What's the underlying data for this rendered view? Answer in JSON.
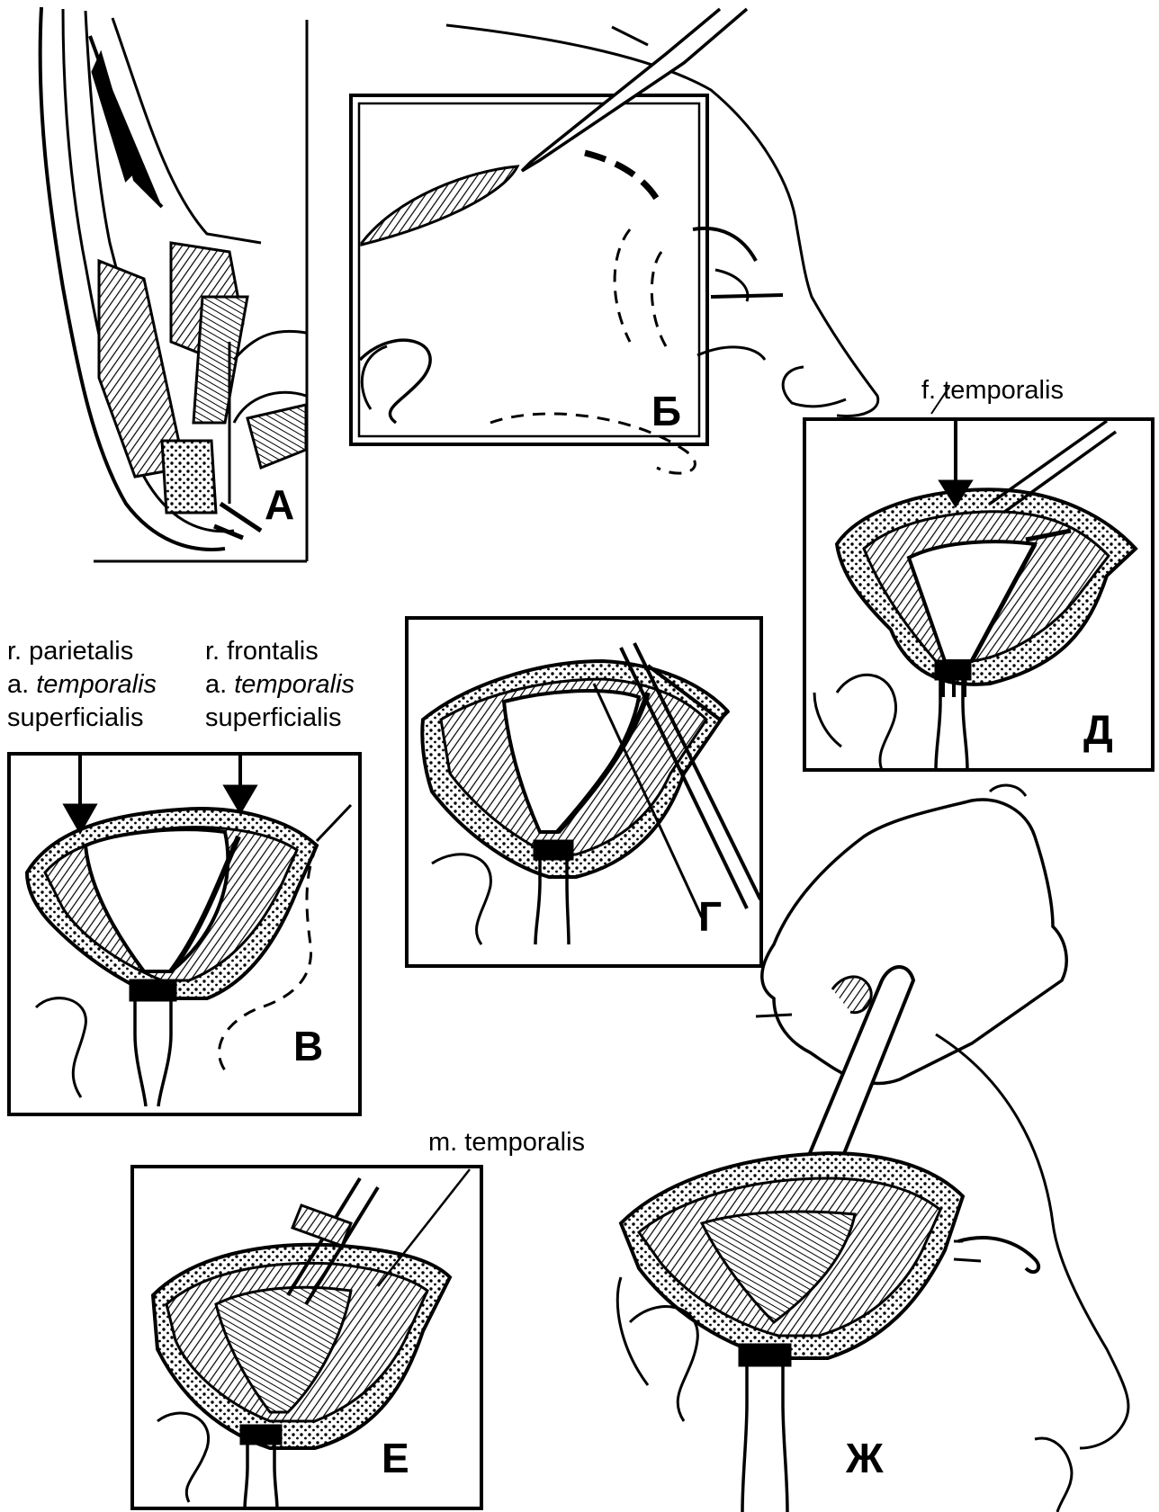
{
  "panels": [
    {
      "letter": "А"
    },
    {
      "letter": "Б"
    },
    {
      "letter": "В"
    },
    {
      "letter": "Г"
    },
    {
      "letter": "Д"
    },
    {
      "letter": "Е"
    },
    {
      "letter": "Ж"
    }
  ],
  "labels": {
    "parietalis": {
      "line1": "r. parietalis",
      "line2_prefix": "a. ",
      "line2_italic": "temporalis",
      "line3": "superficialis"
    },
    "frontalis": {
      "line1": "r. frontalis",
      "line2_prefix": "a. ",
      "line2_italic": "temporalis",
      "line3": "superficialis"
    },
    "fascia": "f. temporalis",
    "muscle": "m. temporalis"
  },
  "colors": {
    "ink": "#000000",
    "paper": "#ffffff"
  }
}
